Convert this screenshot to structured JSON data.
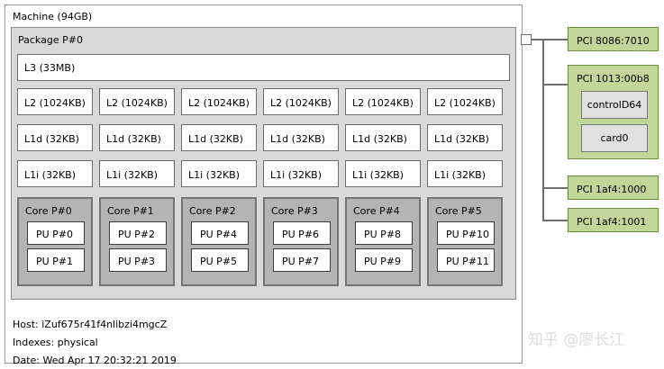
{
  "machine": {
    "label": "Machine (94GB)"
  },
  "package": {
    "label": "Package P#0",
    "l3": {
      "label": "L3 (33MB)"
    },
    "columns": [
      {
        "l2": "L2 (1024KB)",
        "l1d": "L1d (32KB)",
        "l1i": "L1i (32KB)",
        "core": "Core P#0",
        "pus": [
          "PU P#0",
          "PU P#1"
        ]
      },
      {
        "l2": "L2 (1024KB)",
        "l1d": "L1d (32KB)",
        "l1i": "L1i (32KB)",
        "core": "Core P#1",
        "pus": [
          "PU P#2",
          "PU P#3"
        ]
      },
      {
        "l2": "L2 (1024KB)",
        "l1d": "L1d (32KB)",
        "l1i": "L1i (32KB)",
        "core": "Core P#2",
        "pus": [
          "PU P#4",
          "PU P#5"
        ]
      },
      {
        "l2": "L2 (1024KB)",
        "l1d": "L1d (32KB)",
        "l1i": "L1i (32KB)",
        "core": "Core P#3",
        "pus": [
          "PU P#6",
          "PU P#7"
        ]
      },
      {
        "l2": "L2 (1024KB)",
        "l1d": "L1d (32KB)",
        "l1i": "L1i (32KB)",
        "core": "Core P#4",
        "pus": [
          "PU P#8",
          "PU P#9"
        ]
      },
      {
        "l2": "L2 (1024KB)",
        "l1d": "L1d (32KB)",
        "l1i": "L1i (32KB)",
        "core": "Core P#5",
        "pus": [
          "PU P#10",
          "PU P#11"
        ]
      }
    ]
  },
  "io": {
    "bridge": {
      "name": "host-bridge"
    },
    "devices": [
      {
        "label": "PCI 8086:7010",
        "children": []
      },
      {
        "label": "PCI 1013:00b8",
        "children": [
          "controlD64",
          "card0"
        ]
      },
      {
        "label": "PCI 1af4:1000",
        "children": []
      },
      {
        "label": "PCI 1af4:1001",
        "children": []
      }
    ]
  },
  "footer": {
    "host": "Host: iZuf675r41f4nlibzi4mgcZ",
    "indexes": "Indexes: physical",
    "date": "Date: Wed Apr 17 20:32:21 2019"
  },
  "watermark": {
    "text": "知乎 @廖长江"
  },
  "colors": {
    "pci_fill": "#c2d69a",
    "pci_border": "#6b8e3e",
    "package_fill": "#d9d9d9",
    "core_fill": "#b4b4b4",
    "cache_fill": "#ffffff",
    "osdev_fill": "#e0e0e0"
  }
}
